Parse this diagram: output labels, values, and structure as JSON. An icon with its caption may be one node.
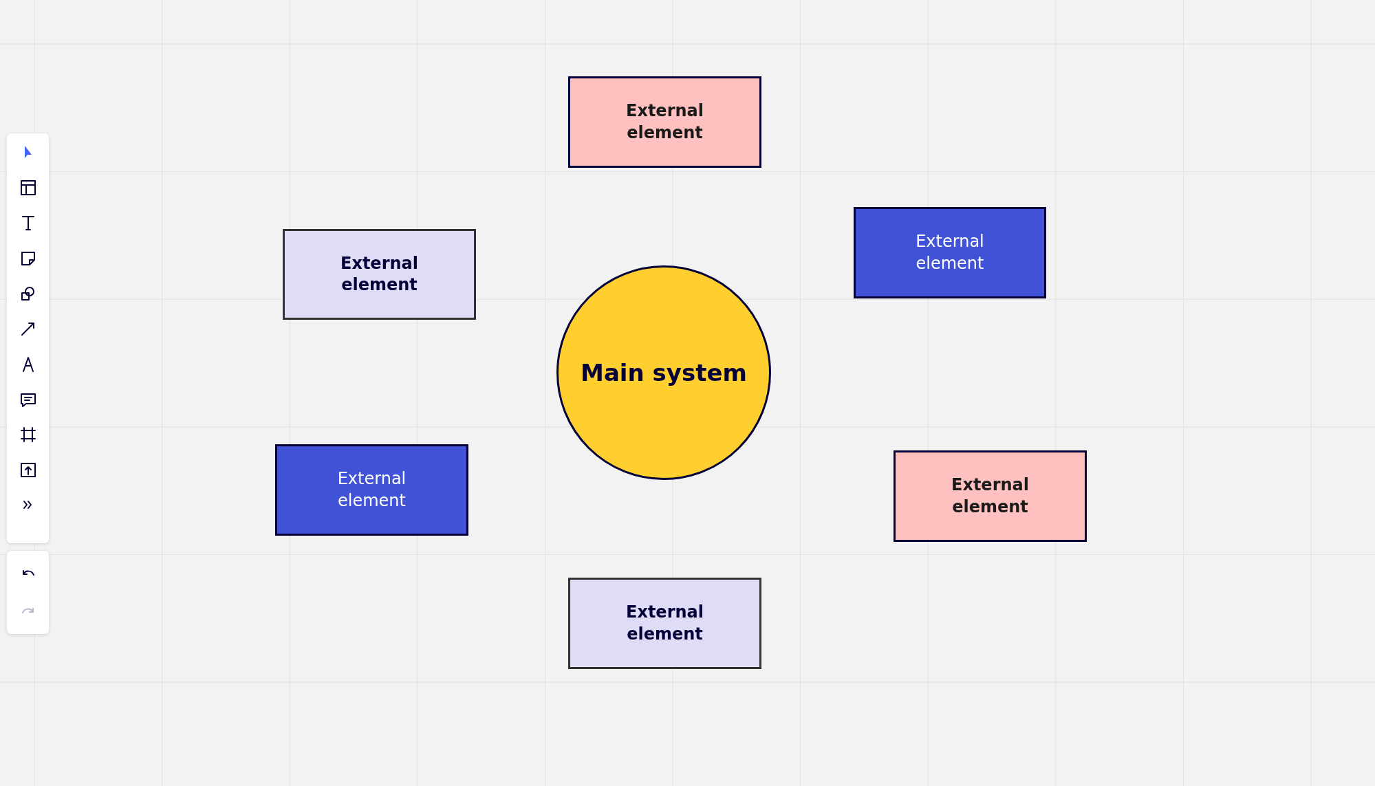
{
  "diagram": {
    "nodes": [
      {
        "text": [
          "External element"
        ]
      },
      {
        "text": [
          "External element"
        ]
      },
      {
        "text": [
          "External element"
        ]
      },
      {
        "text": [
          "Main system"
        ]
      },
      {
        "text": [
          "External element"
        ]
      },
      {
        "text": [
          "External element"
        ]
      },
      {
        "text": [
          "External element"
        ]
      }
    ]
  }
}
